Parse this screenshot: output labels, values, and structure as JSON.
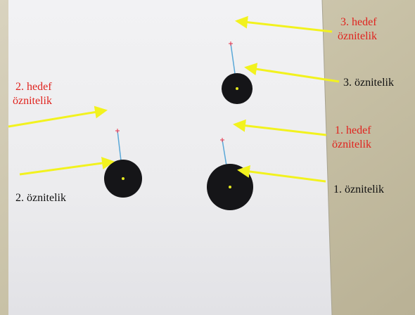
{
  "photo": {
    "background_color": "#c9c2a9",
    "sheet_color": "#eeeef0",
    "feature_color": "#151518",
    "target_marker_color": "#e8324a",
    "track_line_color": "#5aa8d8",
    "center_marker_color": "#e4e820",
    "arrow_color": "#f2f21e"
  },
  "labels": {
    "target3_line1": "3. hedef",
    "target3_line2": "öznitelik",
    "feature3": "3. öznitelik",
    "target2_line1": "2. hedef",
    "target2_line2": "öznitelik",
    "target1_line1": "1. hedef",
    "target1_line2": "öznitelik",
    "feature2": "2. öznitelik",
    "feature1": "1. öznitelik"
  }
}
